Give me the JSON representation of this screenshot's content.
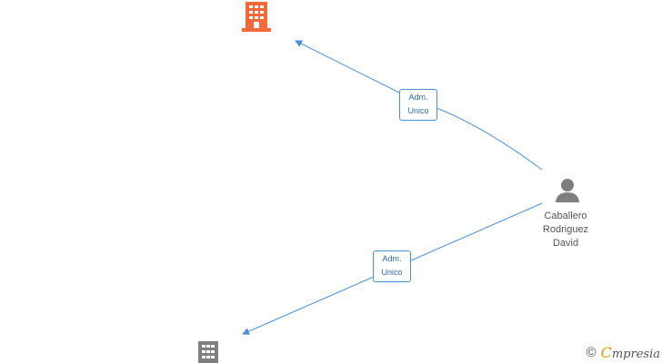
{
  "diagram": {
    "nodes": {
      "company_top": {
        "type": "company",
        "color": "#f26a3a",
        "icon": "building-icon"
      },
      "company_bottom": {
        "type": "company",
        "color": "#7f7f7f",
        "icon": "building-icon"
      },
      "person": {
        "type": "person",
        "color": "#7f7f7f",
        "icon": "person-icon",
        "name_lines": [
          "Caballero",
          "Rodriguez",
          "David"
        ]
      }
    },
    "edges": [
      {
        "from": "person",
        "to": "company_top",
        "label_lines": [
          "Adm.",
          "Unico"
        ],
        "color": "#4a90d9"
      },
      {
        "from": "person",
        "to": "company_bottom",
        "label_lines": [
          "Adm.",
          "Unico"
        ],
        "color": "#4a90d9"
      }
    ]
  },
  "brand": {
    "copyright_symbol": "©",
    "name_initial": "C",
    "name_rest": "mpresia"
  }
}
